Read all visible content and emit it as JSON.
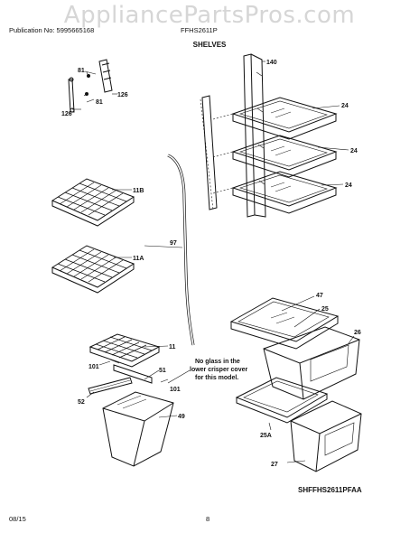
{
  "header": {
    "watermark": "AppliancePartsPros.com",
    "publication": "Publication No: 5995665168",
    "model": "FFHS2611P",
    "section_title": "SHELVES"
  },
  "callouts": {
    "c81a": "81",
    "c81b": "81",
    "c126a": "126",
    "c126b": "126",
    "c140": "140",
    "c24a": "24",
    "c24b": "24",
    "c24c": "24",
    "c11B": "11B",
    "c97": "97",
    "c11A": "11A",
    "c47": "47",
    "c25": "25",
    "c26": "26",
    "c11": "11",
    "c101a": "101",
    "c51": "51",
    "c101b": "101",
    "c52": "52",
    "c49": "49",
    "c25A": "25A",
    "c27": "27"
  },
  "note": {
    "line1": "No glass in the",
    "line2": "lower crisper cover",
    "line3": "for this model."
  },
  "figure_ref": "SHFFHS2611PFAA",
  "footer": {
    "date": "08/15",
    "page": "8"
  }
}
